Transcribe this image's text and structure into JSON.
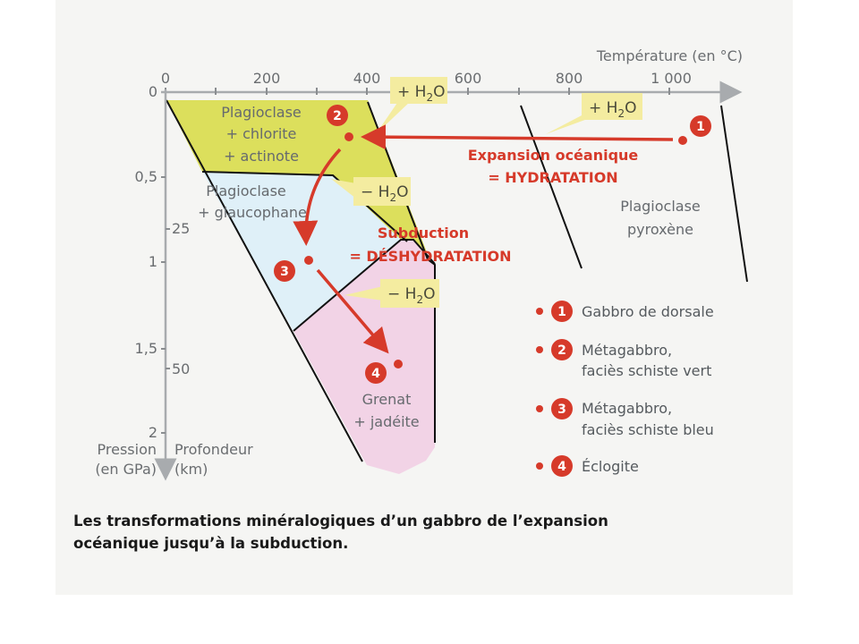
{
  "axes": {
    "temperature_label": "Température (en °C)",
    "temperature_ticks": [
      "0",
      "200",
      "400",
      "600",
      "800",
      "1 000"
    ],
    "pressure_ticks": [
      "0",
      "0,5",
      "1",
      "1,5",
      "2"
    ],
    "depth_ticks": [
      "25",
      "50"
    ],
    "pressure_label": [
      "Pression",
      "(en GPa)"
    ],
    "depth_label": [
      "Profondeur",
      "(km)"
    ]
  },
  "zones": {
    "green_schist": [
      "Plagioclase",
      "+ chlorite",
      "+ actinote"
    ],
    "blue_schist": [
      "Plagioclase",
      "+ glaucophane"
    ],
    "eclogite": [
      "Grenat",
      "+ jadéite"
    ],
    "gabbro": [
      "Plagioclase",
      "pyroxène"
    ]
  },
  "callouts": {
    "plus_h2o": "+ H",
    "minus_h2o": "− H",
    "sub": "2",
    "o": "O"
  },
  "processes": {
    "expansion": [
      "Expansion océanique",
      "= HYDRATATION"
    ],
    "subduction": [
      "Subduction",
      "= DÉSHYDRATATION"
    ]
  },
  "points": [
    "1",
    "2",
    "3",
    "4"
  ],
  "legend": [
    {
      "num": "1",
      "lines": [
        "Gabbro de dorsale"
      ]
    },
    {
      "num": "2",
      "lines": [
        "Métagabbro,",
        "faciès schiste vert"
      ]
    },
    {
      "num": "3",
      "lines": [
        "Métagabbro,",
        "faciès schiste bleu"
      ]
    },
    {
      "num": "4",
      "lines": [
        "Éclogite"
      ]
    }
  ],
  "caption": [
    "Les transformations minéralogiques d’un gabbro de l’expansion",
    "océanique jusqu’à la subduction."
  ],
  "colors": {
    "yellow": "#dcdf5c",
    "blue": "#dff0f8",
    "pink": "#f2d3e6",
    "red": "#d63a2a",
    "callout": "#f4eca0"
  }
}
